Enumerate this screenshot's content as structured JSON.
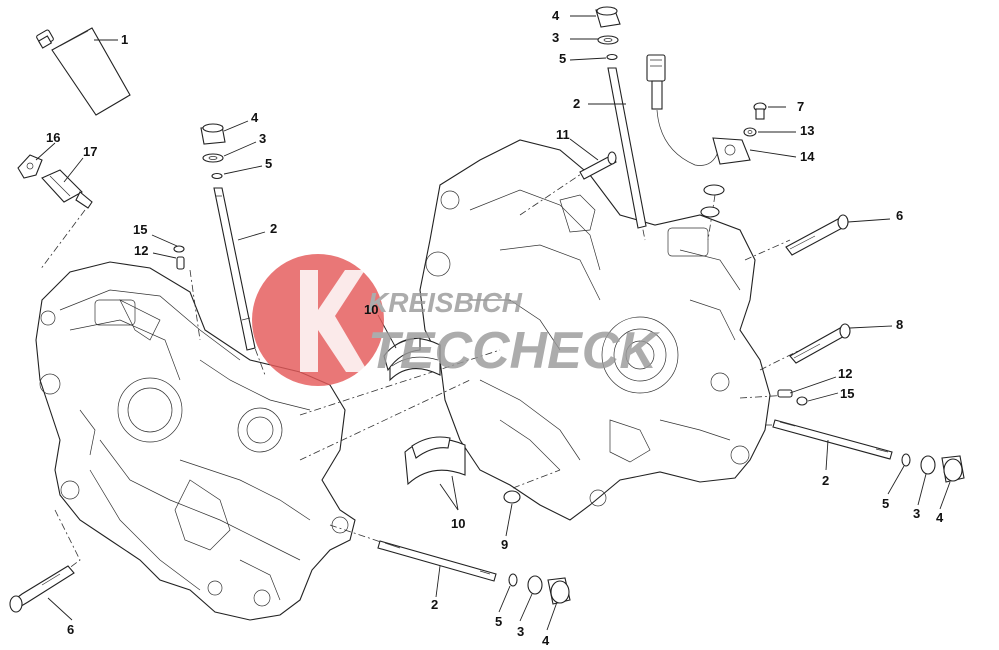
{
  "watermark": {
    "line1": "KREISBICH",
    "line2": "TECCHECK"
  },
  "callouts": [
    {
      "id": "c-1-tube",
      "text": "1"
    },
    {
      "id": "c-16-cap",
      "text": "16"
    },
    {
      "id": "c-17-sensor",
      "text": "17"
    },
    {
      "id": "c-15-left",
      "text": "15"
    },
    {
      "id": "c-12-left",
      "text": "12"
    },
    {
      "id": "c-4-left-top",
      "text": "4"
    },
    {
      "id": "c-3-left-top",
      "text": "3"
    },
    {
      "id": "c-5-left-top",
      "text": "5"
    },
    {
      "id": "c-2-left-top",
      "text": "2"
    },
    {
      "id": "c-10-top",
      "text": "10"
    },
    {
      "id": "c-10-bottom",
      "text": "10"
    },
    {
      "id": "c-9-oring",
      "text": "9"
    },
    {
      "id": "c-6-left",
      "text": "6"
    },
    {
      "id": "c-2-bottom",
      "text": "2"
    },
    {
      "id": "c-5-bottom",
      "text": "5"
    },
    {
      "id": "c-3-bottom",
      "text": "3"
    },
    {
      "id": "c-4-bottom",
      "text": "4"
    },
    {
      "id": "c-4-right-top",
      "text": "4"
    },
    {
      "id": "c-3-right-top",
      "text": "3"
    },
    {
      "id": "c-5-right-top",
      "text": "5"
    },
    {
      "id": "c-2-right-top",
      "text": "2"
    },
    {
      "id": "c-11-bolt",
      "text": "11"
    },
    {
      "id": "c-7-screw",
      "text": "7"
    },
    {
      "id": "c-13-washer",
      "text": "13"
    },
    {
      "id": "c-14-pickup",
      "text": "14"
    },
    {
      "id": "c-6-right",
      "text": "6"
    },
    {
      "id": "c-8-bolt",
      "text": "8"
    },
    {
      "id": "c-12-right",
      "text": "12"
    },
    {
      "id": "c-15-right",
      "text": "15"
    },
    {
      "id": "c-2-right",
      "text": "2"
    },
    {
      "id": "c-5-right",
      "text": "5"
    },
    {
      "id": "c-3-right",
      "text": "3"
    },
    {
      "id": "c-4-right",
      "text": "4"
    }
  ],
  "colors": {
    "line": "#222222",
    "watermark_badge": "#e55a5a",
    "watermark_text": "#9a9a9a",
    "background": "#ffffff"
  }
}
